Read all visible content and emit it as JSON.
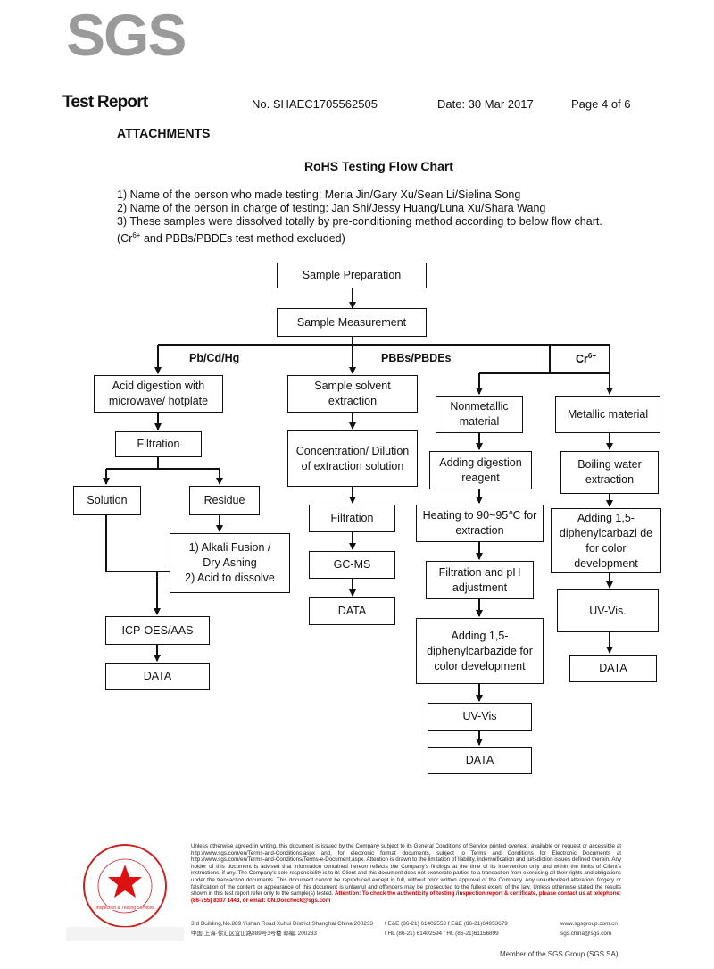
{
  "logo_text": "SGS",
  "header": {
    "title": "Test Report",
    "report_no": "No. SHAEC1705562505",
    "date": "Date: 30 Mar 2017",
    "page": "Page 4 of 6"
  },
  "section_title": "ATTACHMENTS",
  "chart_title": "RoHS Testing Flow Chart",
  "notes": {
    "line1": "1) Name of the person who made testing: Meria Jin/Gary Xu/Sean Li/Sielina Song",
    "line2": "2) Name of the person in charge of testing: Jan Shi/Jessy Huang/Luna Xu/Shara Wang",
    "line3": "3) These samples were dissolved totally by pre-conditioning method according to below flow chart.",
    "line4_pre": "(Cr",
    "line4_sup": "6+",
    "line4_post": " and PBBs/PBDEs test method excluded)"
  },
  "flow": {
    "sample_preparation": "Sample Preparation",
    "sample_measurement": "Sample Measurement",
    "group_pb": "Pb/Cd/Hg",
    "group_pbb": "PBBs/PBDEs",
    "group_cr_base": "Cr",
    "group_cr_sup": "6+",
    "acid_digestion": "Acid digestion with microwave/ hotplate",
    "filtration_1": "Filtration",
    "solution": "Solution",
    "residue": "Residue",
    "alkali_1": "1) Alkali Fusion /",
    "alkali_2": "Dry Ashing",
    "alkali_3": "2) Acid to dissolve",
    "icp": "ICP-OES/AAS",
    "data_1": "DATA",
    "solvent_extraction": "Sample solvent extraction",
    "concentration": "Concentration/ Dilution of extraction solution",
    "filtration_2": "Filtration",
    "gcms": "GC-MS",
    "data_2": "DATA",
    "nonmetallic": "Nonmetallic material",
    "adding_digestion": "Adding digestion reagent",
    "heating": "Heating to 90~95℃ for extraction",
    "filtration_ph": "Filtration and pH adjustment",
    "adding_dpc_1": "Adding 1,5-diphenylcarbazide for color development",
    "uv_vis_1": "UV-Vis",
    "data_3": "DATA",
    "metallic": "Metallic material",
    "boiling": "Boiling water extraction",
    "adding_dpc_2": "Adding 1,5-diphenylcarbazi de for color development",
    "uv_vis_2": "UV-Vis.",
    "data_4": "DATA"
  },
  "footer": {
    "disclaimer": "Unless otherwise agreed in writing, this document is issued by the Company subject to its General Conditions of Service printed overleaf, available on request or accessible at http://www.sgs.com/en/Terms-and-Conditions.aspx and, for electronic format documents, subject to Terms and Conditions for Electronic Documents at http://www.sgs.com/en/Terms-and-Conditions/Terms-e-Document.aspx. Attention is drawn to the limitation of liability, indemnification and jurisdiction issues defined therein. Any holder of this document is advised that information contained hereon reflects the Company's findings at the time of its intervention only and within the limits of Client's instructions, if any. The Company's sole responsibility is to its Client and this document does not exonerate parties to a transaction from exercising all their rights and obligations under the transaction documents. This document cannot be reproduced except in full, without prior written approval of the Company. Any unauthorized alteration, forgery or falsification of the content or appearance of this document is unlawful and offenders may be prosecuted to the fullest extent of the law. Unless otherwise stated the results shown in this test report refer only to the sample(s) tested.",
    "attention": "Attention: To check the authenticity of testing /inspection report & certificate, please contact us at telephone: (86-755) 8307 1443, or email: CN.Doccheck@sgs.com",
    "address_en": "3rd Building,No.889 Yishan Road Xuhui District,Shanghai China   200233",
    "address_cn": "中国·上海·徐汇区宜山路889号3号楼   邮编: 200233",
    "tel_1": "t E&E (86-21) 61402553   f E&E (86-21)64953679",
    "tel_2": "t HL (86-21) 61402594   f HL (86-21)61156899",
    "web": "www.sgsgroup.com.cn",
    "email": "sgs.china@sgs.com",
    "stamp_text": "Inspection & Testing Services",
    "member": "Member of the SGS Group (SGS SA)"
  }
}
